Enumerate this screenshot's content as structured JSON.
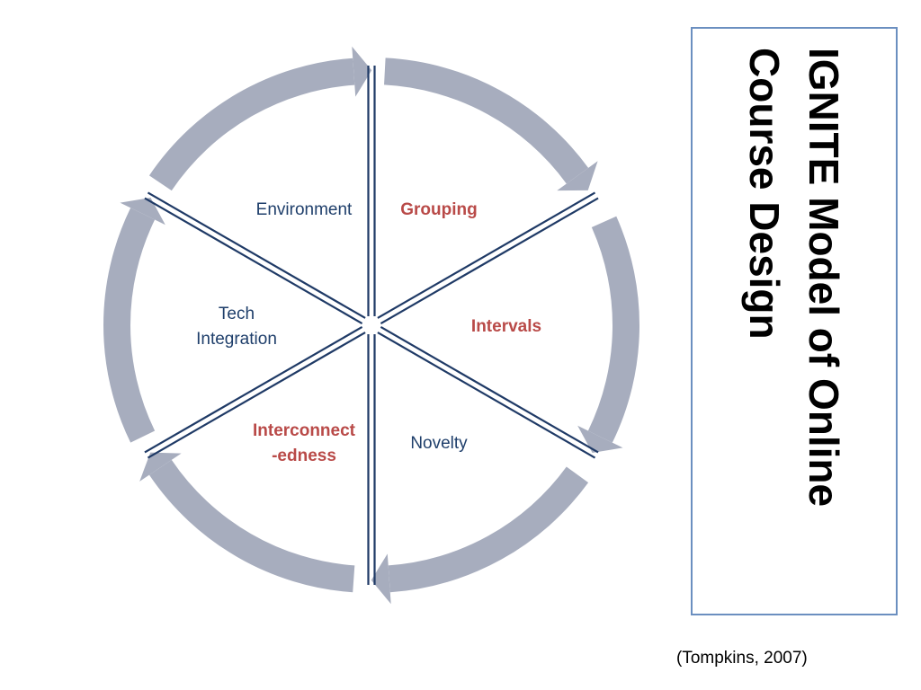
{
  "colors": {
    "arrow": "#a7adbe",
    "spoke": "#1f3a66",
    "label_plain": "#1f3f6b",
    "label_emph": "#b94a48",
    "title_border": "#6b8fc0"
  },
  "segments": [
    {
      "id": "grouping",
      "lines": [
        "Grouping"
      ],
      "emphasis": true
    },
    {
      "id": "intervals",
      "lines": [
        "Intervals"
      ],
      "emphasis": true
    },
    {
      "id": "novelty",
      "lines": [
        "Novelty"
      ],
      "emphasis": false
    },
    {
      "id": "interconnectedness",
      "lines": [
        "Interconnect",
        "-edness"
      ],
      "emphasis": true
    },
    {
      "id": "tech-integration",
      "lines": [
        "Tech",
        "Integration"
      ],
      "emphasis": false
    },
    {
      "id": "environment",
      "lines": [
        "Environment"
      ],
      "emphasis": false
    }
  ],
  "title": "IGNITE Model of Online Course Design",
  "citation": "(Tompkins, 2007)"
}
